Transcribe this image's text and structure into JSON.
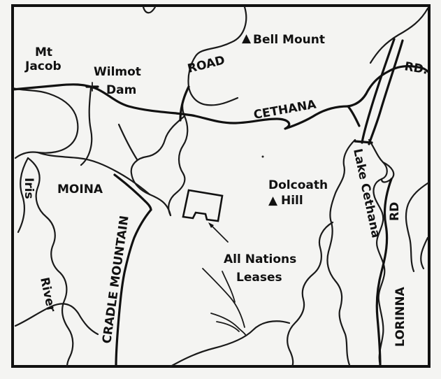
{
  "labels": {
    "mt_jacob_1": "Mt",
    "mt_jacob_2": "Jacob",
    "wilmot_dam_1": "Wilmot",
    "wilmot_dam_2": "Dam",
    "bell_mount": "Bell Mount",
    "road": "ROAD",
    "rd_top": "RD.",
    "cethana_road": "CETHANA",
    "moina": "MOINA",
    "iris_river_1": "Iris",
    "iris_river_2": "River",
    "cradle_mountain": "CRADLE MOUNTAIN",
    "dolcoath_1": "Dolcoath",
    "dolcoath_2": "Hill",
    "lake_cethana": "Lake Cethana",
    "lorinna_rd": "RD",
    "lorinna": "LORINNA",
    "all_nations_1": "All Nations",
    "all_nations_2": "Leases"
  },
  "symbols": {
    "peak": "▲"
  }
}
